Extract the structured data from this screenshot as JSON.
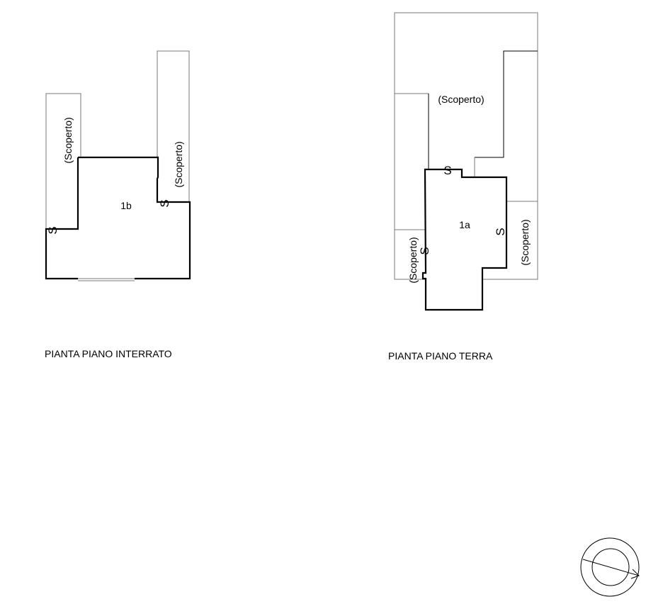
{
  "plans": [
    {
      "title": "PIANTA PIANO INTERRATO",
      "unit": "1b",
      "labels": [
        "(Scoperto)",
        "(Scoperto)"
      ],
      "stairs": [
        "S",
        "S"
      ]
    },
    {
      "title": "PIANTA PIANO TERRA",
      "unit": "1a",
      "labels": [
        "(Scoperto)",
        "(Scoperto)",
        "(Scoperto)"
      ],
      "stairs": [
        "S",
        "S",
        "S"
      ]
    }
  ],
  "compass": {
    "icon": "north-arrow-icon"
  }
}
